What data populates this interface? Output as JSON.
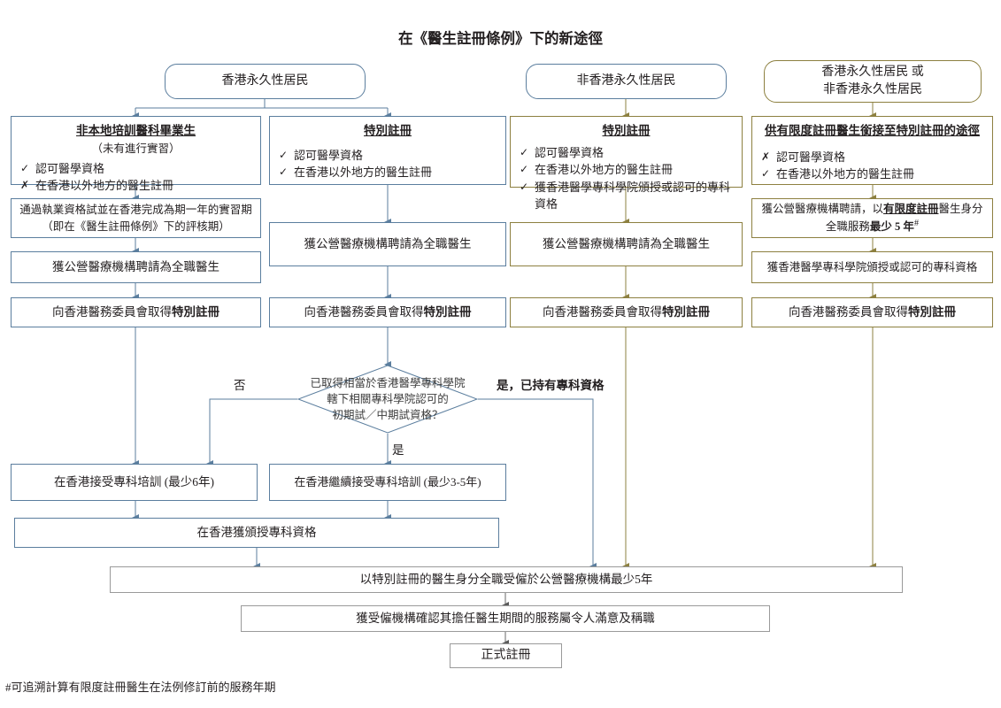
{
  "title": "在《醫生註冊條例》下的新途徑",
  "footnote": "#可追溯計算有限度註冊醫生在法例修訂前的服務年期",
  "colors": {
    "blue": "#5b7e9e",
    "olive": "#8d8040",
    "gray": "#9a9a9a",
    "text": "#231f20"
  },
  "headers": [
    {
      "id": "hk-permanent-resident",
      "label": "香港永久性居民"
    },
    {
      "id": "non-hk-permanent-resident",
      "label": "非香港永久性居民"
    },
    {
      "id": "hk-or-non-hk-permanent-resident",
      "line1": "香港永久性居民 或",
      "line2": "非香港永久性居民"
    }
  ],
  "criteria_boxes": [
    {
      "id": "non-locally-trained-graduate",
      "heading": "非本地培訓醫科畢業生",
      "subheading": "（未有進行實習）",
      "items": [
        {
          "mark": "✓",
          "text": "認可醫學資格"
        },
        {
          "mark": "✗",
          "text": "在香港以外地方的醫生註冊"
        }
      ]
    },
    {
      "id": "special-registration-col2",
      "heading": "特別註冊",
      "subheading": "",
      "items": [
        {
          "mark": "✓",
          "text": "認可醫學資格"
        },
        {
          "mark": "✓",
          "text": "在香港以外地方的醫生註冊"
        }
      ]
    },
    {
      "id": "special-registration-col3",
      "heading": "特別註冊",
      "subheading": "",
      "items": [
        {
          "mark": "✓",
          "text": "認可醫學資格"
        },
        {
          "mark": "✓",
          "text": "在香港以外地方的醫生註冊"
        },
        {
          "mark": "✓",
          "text": "獲香港醫學專科學院頒授或認可的專科資格"
        }
      ]
    },
    {
      "id": "limited-registration-pathway",
      "heading": "供有限度註冊醫生銜接至特別註冊的途徑",
      "subheading": "",
      "items": [
        {
          "mark": "✗",
          "text": "認可醫學資格"
        },
        {
          "mark": "✓",
          "text": "在香港以外地方的醫生註冊"
        }
      ]
    }
  ],
  "steps": {
    "licensing-exam-internship": {
      "line1": "通過執業資格試並在香港完成為期一年的實習期",
      "line2": "（即在《醫生註冊條例》下的評核期）"
    },
    "employed-fulltime-col1": "獲公營醫療機構聘請為全職醫生",
    "employed-fulltime-col2": "獲公營醫療機構聘請為全職醫生",
    "employed-fulltime-col3": "獲公營醫療機構聘請為全職醫生",
    "limited-reg-service-5y": {
      "line1_a": "獲公營醫療機構聘請，以",
      "line1_b": "有限度註冊",
      "line1_c": "醫生身分",
      "line2_a": "全職服務",
      "line2_b": "最少 5 年",
      "line2_c": "#"
    },
    "specialist-qualification-hkam": "獲香港醫學專科學院頒授或認可的專科資格",
    "special-reg-mchk-col1": {
      "a": "向香港醫務委員會取得",
      "b": "特別註冊"
    },
    "special-reg-mchk-col2": {
      "a": "向香港醫務委員會取得",
      "b": "特別註冊"
    },
    "special-reg-mchk-col3": {
      "a": "向香港醫務委員會取得",
      "b": "特別註冊"
    },
    "special-reg-mchk-col4": {
      "a": "向香港醫務委員會取得",
      "b": "特別註冊"
    },
    "specialist-training-6y": "在香港接受專科培訓 (最少6年)",
    "specialist-training-continue": "在香港繼續接受專科培訓 (最少3-5年)",
    "awarded-specialist-hk": "在香港獲頒授專科資格",
    "fulltime-public-5y": "以特別註冊的醫生身分全職受僱於公營醫療機構最少5年",
    "employer-confirmation": "獲受僱機構確認其擔任醫生期間的服務屬令人滿意及稱職",
    "full-registration": "正式註冊"
  },
  "decision": {
    "id": "intermediate-exam-decision",
    "line1": "已取得相當於香港醫學專科學院",
    "line2": "轄下相關專科學院認可的",
    "line3": "初期試／中期試資格？"
  },
  "edge_labels": {
    "no": "否",
    "yes": "是",
    "yes_has_specialist": "是，已持有專科資格"
  }
}
